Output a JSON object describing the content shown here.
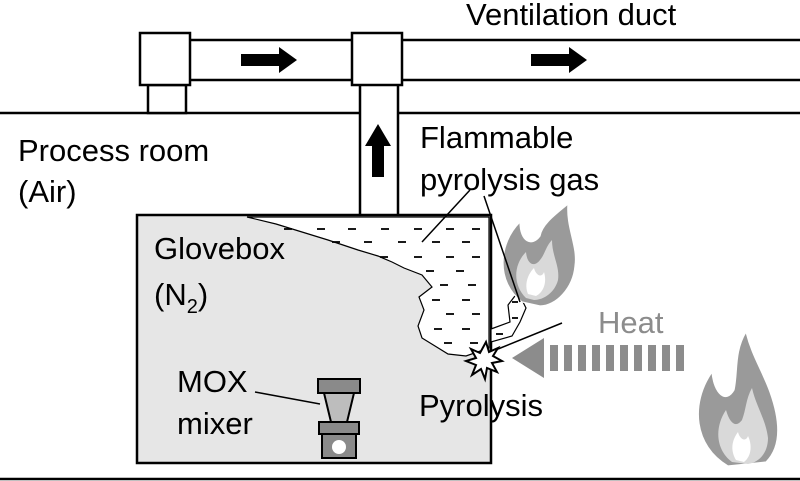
{
  "labels": {
    "ventilation_duct": "Ventilation duct",
    "process_room": "Process room",
    "process_room_air": "(Air)",
    "flammable_line1": "Flammable",
    "flammable_line2": "pyrolysis gas",
    "glovebox": "Glovebox",
    "glovebox_gas_prefix": "(N",
    "glovebox_gas_sub": "2",
    "glovebox_gas_suffix": ")",
    "heat": "Heat",
    "mox_line1": "MOX",
    "mox_line2": "mixer",
    "pyrolysis": "Pyrolysis"
  },
  "colors": {
    "outline": "#000000",
    "glovebox_fill": "#e6e6e6",
    "gas_fill": "#ffffff",
    "heat_arrow": "#8c8c8c",
    "flame_outer": "#9a9a9a",
    "flame_inner": "#d9d9d9",
    "mixer_body": "#8a8a8a",
    "mixer_light": "#bdbdbd"
  },
  "icons": [
    "right-arrow-icon",
    "up-arrow-icon",
    "flame-icon",
    "spark-icon",
    "mox-mixer-icon"
  ]
}
